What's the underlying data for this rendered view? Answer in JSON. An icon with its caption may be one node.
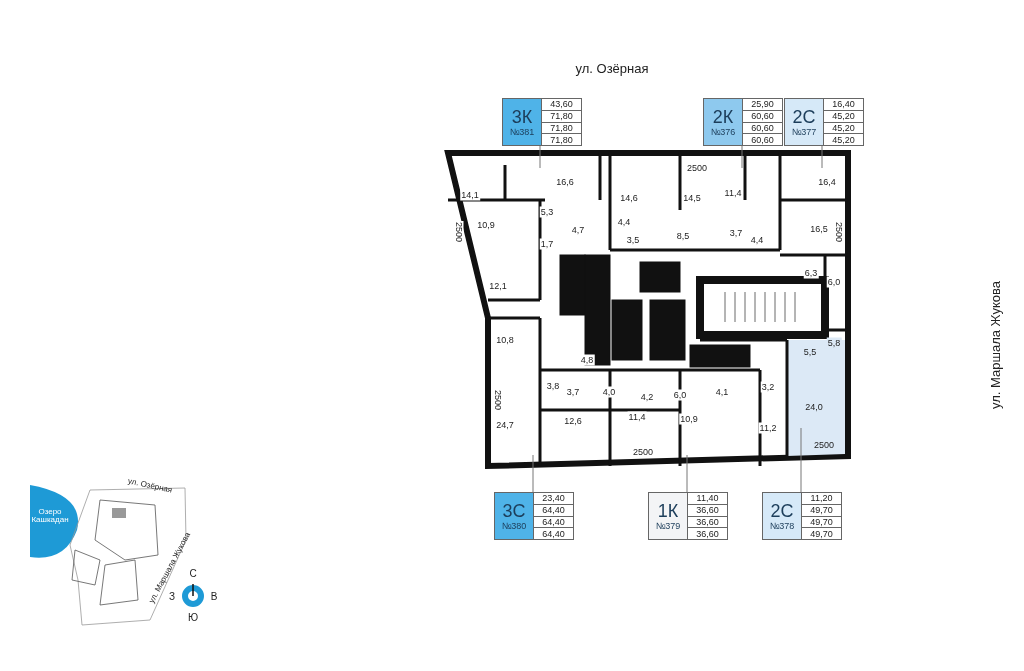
{
  "diagram": {
    "nodes": [
      {
        "text": [
          "3К",
          "№381",
          "43,60",
          "71,80",
          "71,80",
          "71,80"
        ]
      },
      {
        "text": [
          "2К",
          "№376",
          "25,90",
          "60,60",
          "60,60",
          "60,60"
        ]
      },
      {
        "text": [
          "2С",
          "№377",
          "16,40",
          "45,20",
          "45,20",
          "45,20"
        ]
      },
      {
        "text": [
          "3С",
          "№380",
          "23,40",
          "64,40",
          "64,40",
          "64,40"
        ]
      },
      {
        "text": [
          "1К",
          "№379",
          "11,40",
          "36,60",
          "36,60",
          "36,60"
        ]
      },
      {
        "text": [
          "2С",
          "№378",
          "11,20",
          "49,70",
          "49,70",
          "49,70"
        ]
      }
    ],
    "edges": [
      {
        "from": 0,
        "to": null,
        "arrow": "none"
      },
      {
        "from": 1,
        "to": null,
        "arrow": "none"
      },
      {
        "from": 2,
        "to": null,
        "arrow": "none"
      },
      {
        "from": 3,
        "to": null,
        "arrow": "none"
      },
      {
        "from": 4,
        "to": null,
        "arrow": "none"
      },
      {
        "from": 5,
        "to": null,
        "arrow": "none"
      }
    ],
    "labels": [
      "ул. Озёрная",
      "ул. Маршала Жукова",
      "14,1",
      "16,6",
      "2500",
      "14,6",
      "14,5",
      "11,4",
      "16,4",
      "5,3",
      "4,4",
      "10,9",
      "16,5",
      "2500",
      "4,7",
      "3,5",
      "8,5",
      "3,7",
      "4,4",
      "2500",
      "1,7",
      "6,3",
      "6,0",
      "12,1",
      "10,8",
      "5,8",
      "5,5",
      "4,8",
      "2500",
      "3,8",
      "3,7",
      "4,0",
      "4,2",
      "6,0",
      "4,1",
      "3,2",
      "24,0",
      "24,7",
      "12,6",
      "11,4",
      "10,9",
      "11,2",
      "2500",
      "2500",
      "ул. Озёрная",
      "Озеро Кашкадан",
      "ул. Маршала Жукова",
      "С",
      "З",
      "В",
      "Ю"
    ]
  }
}
